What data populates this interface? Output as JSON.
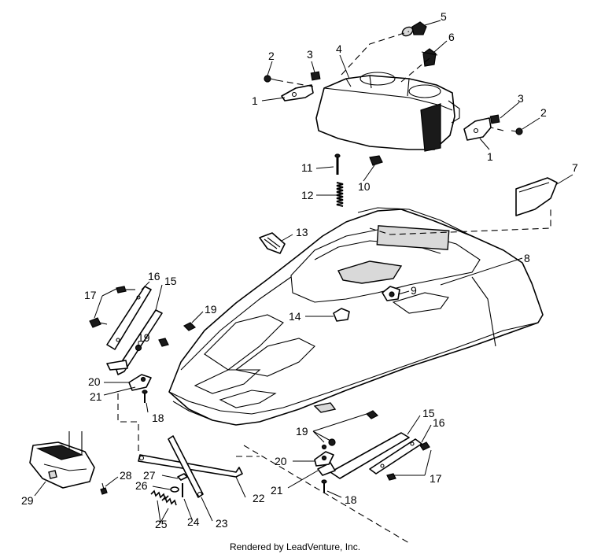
{
  "footer": "Rendered by LeadVenture, Inc.",
  "callouts": {
    "c1a": "1",
    "c1b": "1",
    "c2a": "2",
    "c2b": "2",
    "c3a": "3",
    "c3b": "3",
    "c4": "4",
    "c5": "5",
    "c6": "6",
    "c7": "7",
    "c8": "8",
    "c9": "9",
    "c10": "10",
    "c11": "11",
    "c12": "12",
    "c13": "13",
    "c14": "14",
    "c15a": "15",
    "c15b": "15",
    "c16a": "16",
    "c16b": "16",
    "c17a": "17",
    "c17b": "17",
    "c18a": "18",
    "c18b": "18",
    "c19a": "19",
    "c19b": "19",
    "c19c": "19",
    "c20a": "20",
    "c20b": "20",
    "c21a": "21",
    "c21b": "21",
    "c22": "22",
    "c23": "23",
    "c24": "24",
    "c25": "25",
    "c26": "26",
    "c27": "27",
    "c28": "28",
    "c29": "29"
  }
}
